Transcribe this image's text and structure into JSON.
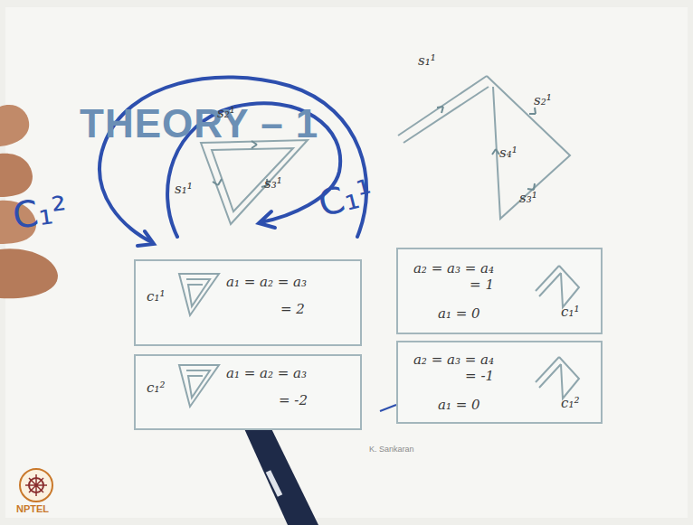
{
  "diagram": {
    "title": "THEORY – 1",
    "nodes": [
      {
        "text": [
          "c₁¹",
          "a₁ = a₂ = a₃",
          "= 2"
        ]
      },
      {
        "text": [
          "c₁²",
          "a₁ = a₂ = a₃",
          "= -2"
        ]
      },
      {
        "text": [
          "a₂ = a₃ = a₄ = 1",
          "a₁ = 0",
          "c₁¹"
        ]
      },
      {
        "text": [
          "a₂ = a₃ = a₄ = -1",
          "a₁ = 0",
          "c₁²"
        ]
      }
    ],
    "labels": [
      "s₂¹",
      "s₁¹",
      "s₃¹",
      "s₁¹",
      "s₂¹",
      "s₄¹",
      "s₃¹",
      "C₁²",
      "C₁¹",
      "K. Sankaran",
      "NPTEL"
    ]
  }
}
